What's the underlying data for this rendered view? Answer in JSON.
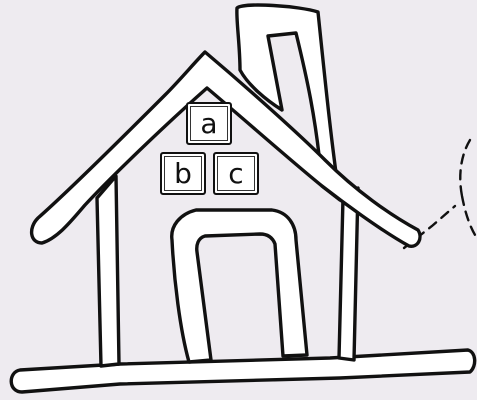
{
  "blocks": {
    "a": "a",
    "b": "b",
    "c": "c"
  },
  "colors": {
    "background": "#eeebf0",
    "stroke": "#111111",
    "fill": "#ffffff"
  },
  "icons": [
    "house-drawing",
    "chimney-drawing",
    "door-drawing",
    "dashed-trail"
  ]
}
